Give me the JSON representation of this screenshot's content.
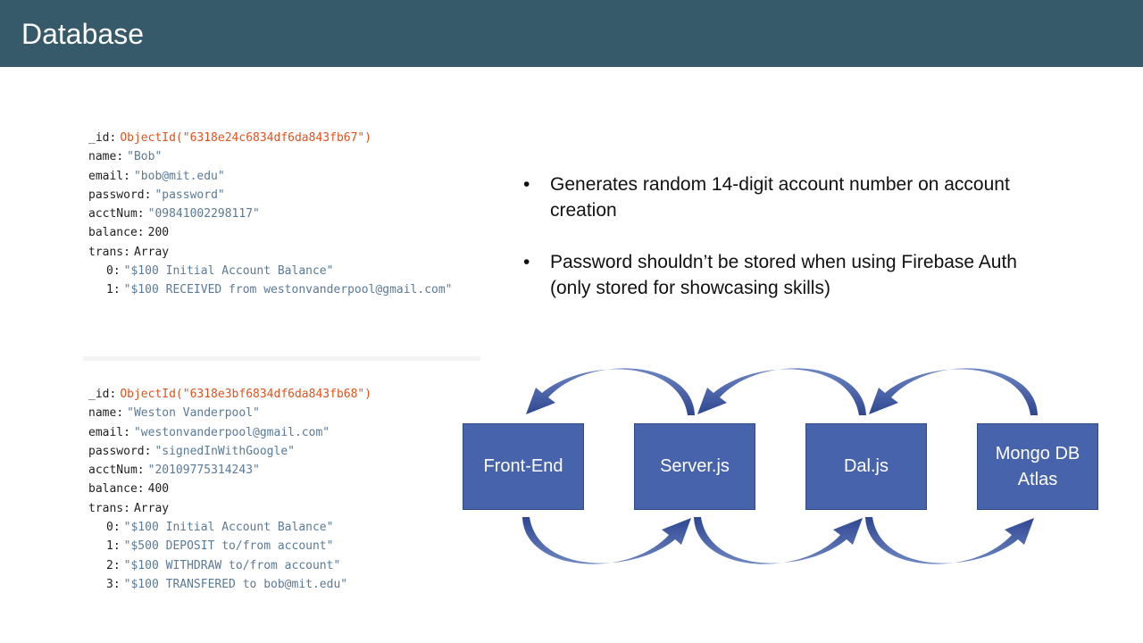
{
  "header": {
    "title": "Database"
  },
  "doc1": {
    "id_key": "_id",
    "id_value": "ObjectId(\"6318e24c6834df6da843fb67\")",
    "name_key": "name",
    "name_value": "\"Bob\"",
    "email_key": "email",
    "email_value": "\"bob@mit.edu\"",
    "password_key": "password",
    "password_value": "\"password\"",
    "acct_key": "acctNum",
    "acct_value": "\"09841002298117\"",
    "balance_key": "balance",
    "balance_value": "200",
    "trans_key": "trans",
    "trans_value": "Array",
    "trans": [
      {
        "index": "0",
        "value": "\"$100 Initial Account Balance\""
      },
      {
        "index": "1",
        "value": "\"$100 RECEIVED from westonvanderpool@gmail.com\""
      }
    ]
  },
  "doc2": {
    "id_key": "_id",
    "id_value": "ObjectId(\"6318e3bf6834df6da843fb68\")",
    "name_key": "name",
    "name_value": "\"Weston Vanderpool\"",
    "email_key": "email",
    "email_value": "\"westonvanderpool@gmail.com\"",
    "password_key": "password",
    "password_value": "\"signedInWithGoogle\"",
    "acct_key": "acctNum",
    "acct_value": "\"20109775314243\"",
    "balance_key": "balance",
    "balance_value": "400",
    "trans_key": "trans",
    "trans_value": "Array",
    "trans": [
      {
        "index": "0",
        "value": "\"$100 Initial Account Balance\""
      },
      {
        "index": "1",
        "value": "\"$500 DEPOSIT to/from account\""
      },
      {
        "index": "2",
        "value": "\"$100 WITHDRAW to/from account\""
      },
      {
        "index": "3",
        "value": "\"$100 TRANSFERED to bob@mit.edu\""
      }
    ]
  },
  "bullets": [
    "Generates random 14-digit account number on account creation",
    "Password shouldn’t be stored when using Firebase Auth (only stored for showcasing skills)"
  ],
  "bullet_char": "•",
  "flow": {
    "boxes": [
      "Front-End",
      "Server.js",
      "Dal.js",
      "Mongo DB Atlas"
    ],
    "box_color": "#4763ac",
    "arrow_color": "#3a529c"
  },
  "colors": {
    "header_bg": "#375a6b",
    "object_id": "#e2521f",
    "string_value": "#5a7a96"
  }
}
